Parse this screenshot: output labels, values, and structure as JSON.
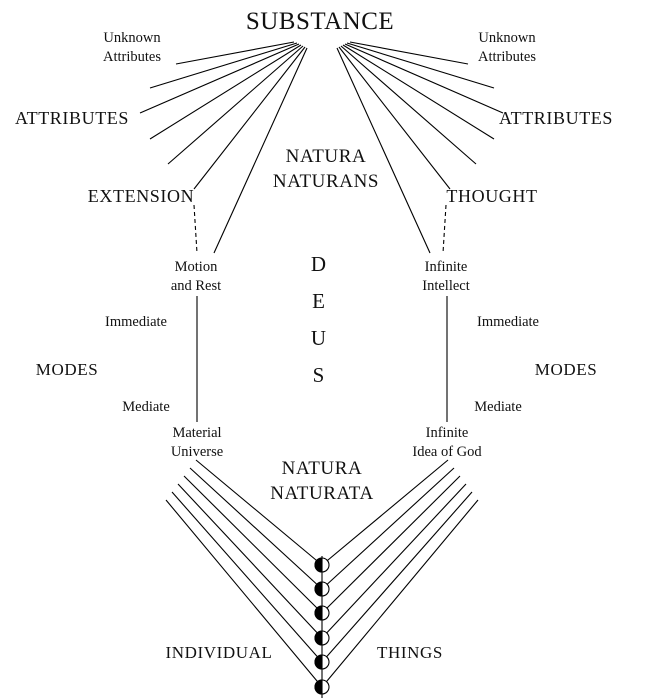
{
  "top": {
    "substance": "SUBSTANCE",
    "unknown_attributes_left": [
      "Unknown",
      "Attributes"
    ],
    "unknown_attributes_right": [
      "Unknown",
      "Attributes"
    ],
    "attributes_left": "ATTRIBUTES",
    "attributes_right": "ATTRIBUTES",
    "extension": "EXTENSION",
    "thought": "THOUGHT"
  },
  "middle": {
    "natura_naturans": [
      "NATURA",
      "NATURANS"
    ],
    "deus": "DEUS",
    "motion_and_rest": [
      "Motion",
      "and Rest"
    ],
    "infinite_intellect": [
      "Infinite",
      "Intellect"
    ],
    "immediate_left": "Immediate",
    "immediate_right": "Immediate",
    "modes_left": "MODES",
    "modes_right": "MODES",
    "mediate_left": "Mediate",
    "mediate_right": "Mediate",
    "material_universe": [
      "Material",
      "Universe"
    ],
    "infinite_idea_of_god": [
      "Infinite",
      "Idea of God"
    ]
  },
  "bottom": {
    "natura_naturata": [
      "NATURA",
      "NATURATA"
    ],
    "individual": "INDIVIDUAL",
    "things": "THINGS"
  },
  "colors": {
    "background": "#ffffff",
    "line": "#000000",
    "text": "#111111"
  }
}
